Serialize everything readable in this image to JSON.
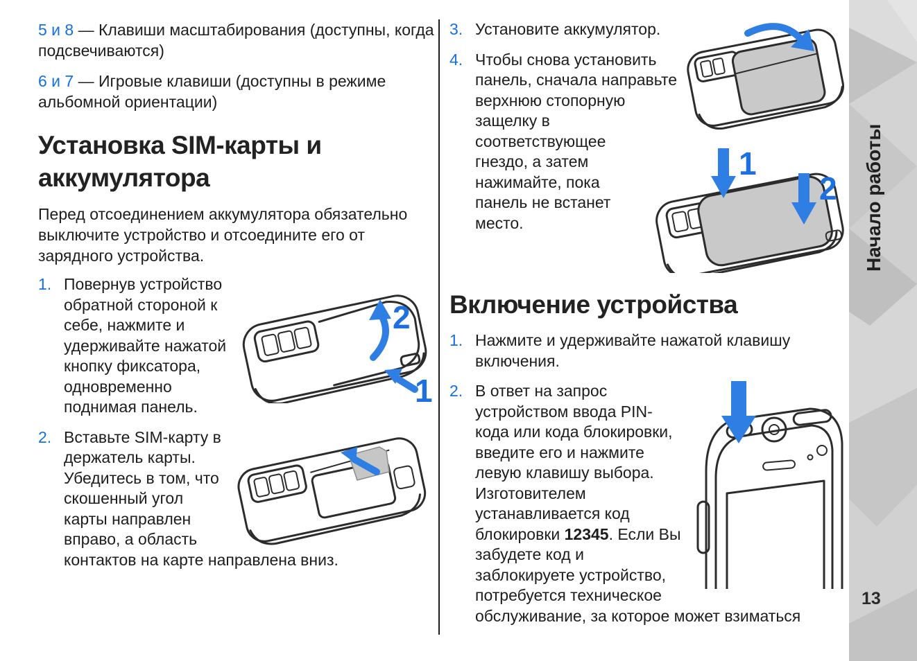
{
  "colors": {
    "accent_blue": "#1570e6",
    "figure_arrow_blue": "#2e7ee4",
    "text": "#1d1d1d",
    "sidebar_gray": "#c9c9c9"
  },
  "sidebar": {
    "label": "Начало работы",
    "page_number": "13"
  },
  "left": {
    "intro": [
      {
        "keys": "5 и 8",
        "rest": " — Клавиши масштабирования (доступны, когда подсвечиваются)"
      },
      {
        "keys": "6 и 7",
        "rest": " — Игровые клавиши (доступны в режиме альбомной ориентации)"
      }
    ],
    "heading": "Установка SIM-карты и аккумулятора",
    "paragraph": "Перед отсоединением аккумулятора обязательно выключите устройство и отсоедините его от зарядного устройства.",
    "steps": [
      {
        "num": "1.",
        "text": "Повернув устройство обратной стороной к себе, нажмите и удерживайте нажатой кнопку фиксатора, одновременно поднимая панель."
      },
      {
        "num": "2.",
        "text": "Вставьте SIM-карту в держатель карты. Убедитесь в том, что скошенный угол карты направлен вправо, а область контактов на карте направлена вниз."
      }
    ]
  },
  "right": {
    "steps_top": [
      {
        "num": "3.",
        "text": "Установите аккумулятор."
      },
      {
        "num": "4.",
        "text": "Чтобы снова установить панель, сначала направьте верхнюю стопорную защелку в соответствующее гнездо, а затем нажимайте, пока панель не встанет место."
      }
    ],
    "heading": "Включение устройства",
    "steps_bottom": [
      {
        "num": "1.",
        "text": "Нажмите и удерживайте нажатой клавишу включения."
      },
      {
        "num": "2.",
        "text_before": "В ответ на запрос устройством ввода PIN-кода или кода блокировки, введите его и нажмите левую клавишу выбора. Изготовителем устанавливается код блокировки ",
        "code": "12345",
        "text_after": ". Если Вы забудете код и заблокируете устройство, потребуется техническое обслуживание, за которое может взиматься"
      }
    ]
  },
  "figures": {
    "open_cover": {
      "label_rotate": "2",
      "label_latch": "1"
    },
    "attach_cover": {
      "label_first": "1",
      "label_second": "2"
    }
  }
}
